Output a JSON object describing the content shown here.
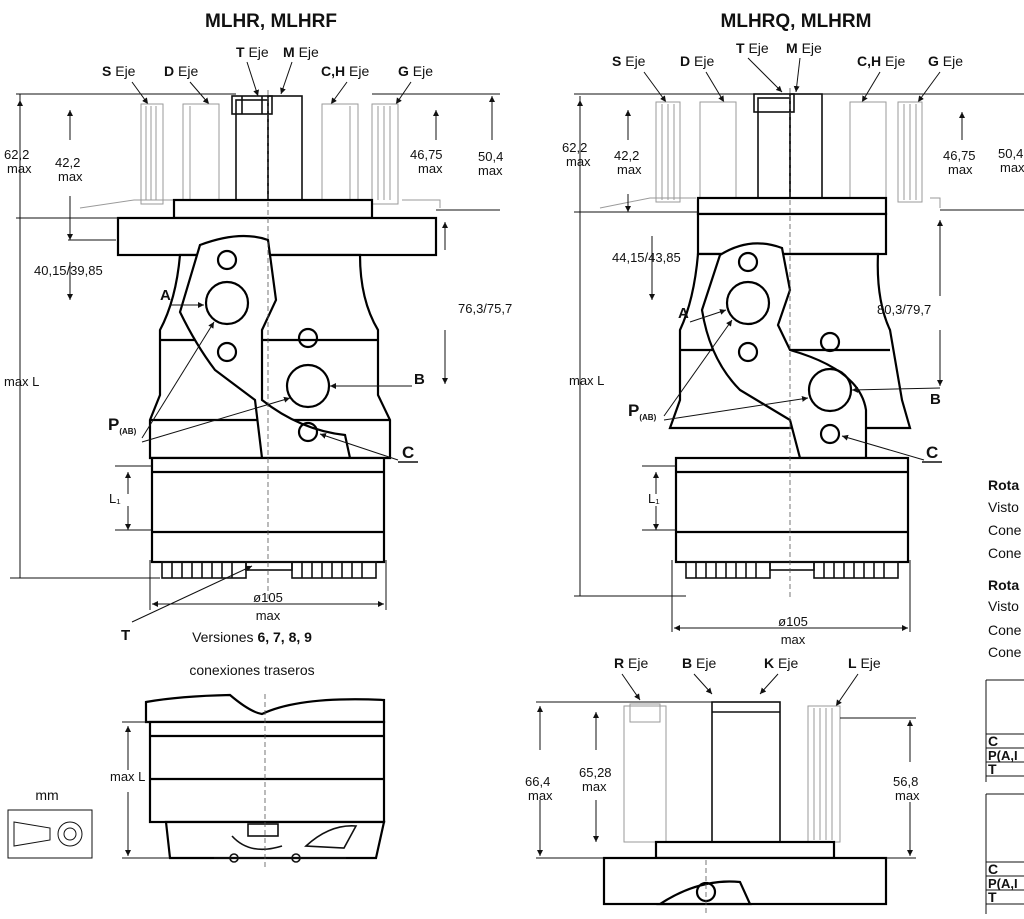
{
  "title_left": "MLHR, MLHRF",
  "title_right": "MLHRQ, MLHRM",
  "shaft_word": "Eje",
  "shafts_top": [
    "S",
    "D",
    "T",
    "M",
    "C,H",
    "G"
  ],
  "shafts_bottom": [
    "R",
    "B",
    "K",
    "L"
  ],
  "dims_left": {
    "h62": "62,2",
    "h42": "42,2",
    "max": "max",
    "h4675": "46,75",
    "h504": "50,4",
    "portA": "40,15/39,85",
    "portB": "76,3/75,7",
    "maxL": "max L",
    "L1": "L₁",
    "dia": "ø105"
  },
  "dims_right": {
    "h62": "62,2",
    "h42": "42,2",
    "max": "max",
    "h4675": "46,75",
    "h504": "50,4",
    "portA": "44,15/43,85",
    "portB": "80,3/79,7",
    "maxL": "max L",
    "L1": "L₁",
    "dia": "ø105"
  },
  "dims_bottom": {
    "h664": "66,4",
    "h6528": "65,28",
    "h568": "56,8",
    "max": "max",
    "maxL": "max L"
  },
  "ports": {
    "A": "A",
    "B": "B",
    "C": "C",
    "T": "T",
    "P": "P",
    "P_sub": "(AB)"
  },
  "versions_prefix": "Versiones ",
  "versions_numbers": "6, 7, 8, 9",
  "versions_line2": "conexiones traseros",
  "unit": "mm",
  "rot_title_1": "Rota",
  "rot_title_2": "Rota",
  "rot_lines_1": [
    "Visto",
    "Cone",
    "Cone"
  ],
  "rot_lines_2": [
    "Visto",
    "Cone",
    "Cone"
  ],
  "table1_rows": [
    "C",
    "P(A,I",
    "T"
  ],
  "table2_rows": [
    "C",
    "P(A,I",
    "T"
  ]
}
